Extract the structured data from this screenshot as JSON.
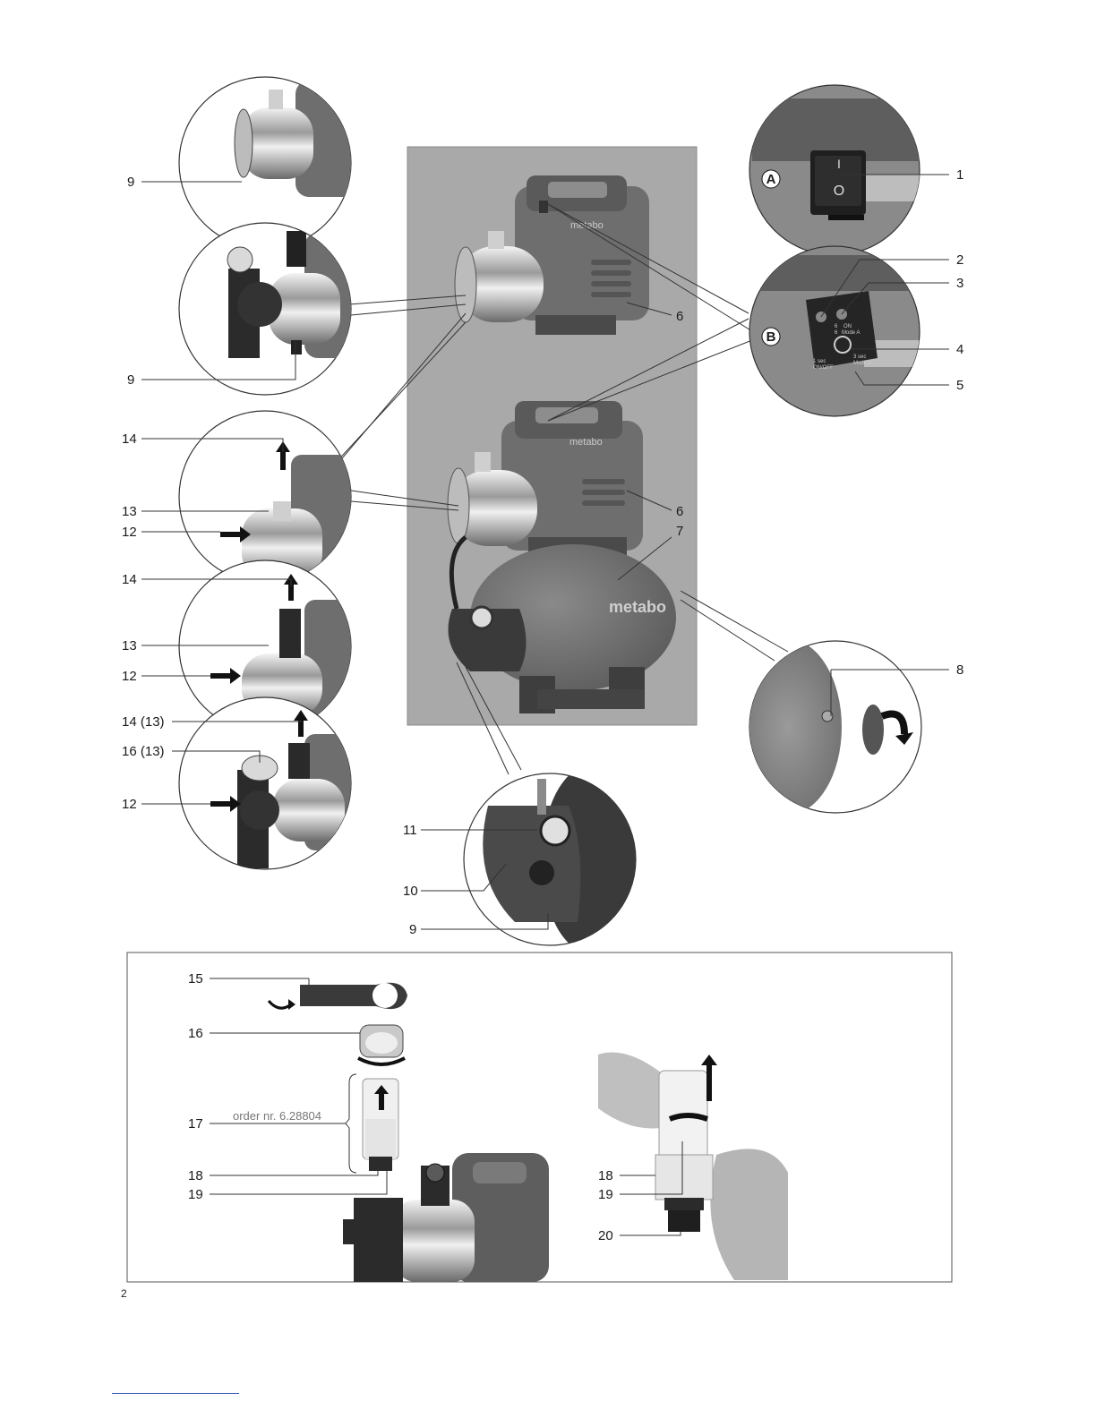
{
  "page": {
    "number": "2"
  },
  "badges": {
    "A": "A",
    "B": "B"
  },
  "brand": {
    "name": "metabo"
  },
  "switch": {
    "on": "I",
    "off": "O"
  },
  "panel_b": {
    "line1": "1 sec",
    "line2": "ON/OFF",
    "line3": "3 sec",
    "line4": "Mode A",
    "line5": "6",
    "line6": "ON",
    "line7": "6",
    "line8": "Mode A"
  },
  "callouts": {
    "n1": "1",
    "n2": "2",
    "n3": "3",
    "n4": "4",
    "n5": "5",
    "n6a": "6",
    "n6b": "6",
    "n7": "7",
    "n8": "8",
    "n9a": "9",
    "n9b": "9",
    "n9c": "9",
    "n10": "10",
    "n11": "11",
    "n12a": "12",
    "n12b": "12",
    "n12c": "12",
    "n13a": "13",
    "n13b": "13",
    "n14a": "14",
    "n14b": "14",
    "n14c": "14 (13)",
    "n16a": "16 (13)",
    "n15": "15",
    "n16": "16",
    "n17": "17",
    "n18a": "18",
    "n19a": "19",
    "n18b": "18",
    "n19b": "19",
    "n20": "20"
  },
  "order_note": "order nr. 6.28804",
  "colors": {
    "panel_gray": "#a9a9a9",
    "pump_body": "#7c7c7c",
    "dark": "#2b2b2b",
    "steel": "#d8d8d8"
  }
}
